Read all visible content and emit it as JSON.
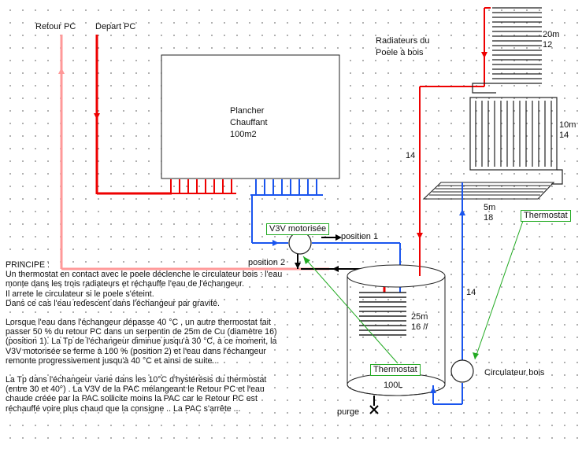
{
  "labels": {
    "retour_pc": "Retour PC",
    "depart_pc": "Depart PC",
    "plancher": "Plancher\nChauffant\n100m2",
    "radiateurs": "Radiateurs du\nPoele à bois",
    "rad1_len": "20m",
    "rad1_dia": "12",
    "rad2_len": "10m",
    "rad2_dia": "14",
    "rad3_len": "5m",
    "rad3_dia": "18",
    "pipe_14_a": "14",
    "pipe_14_b": "14",
    "thermostat_top": "Thermostat",
    "thermostat_tank": "Thermostat",
    "v3v": "V3V motorisée",
    "position1": "position 1",
    "position2": "position 2",
    "coil_len": "25m",
    "coil_dia": "16 //",
    "tank_volume": "100L",
    "purge": "purge",
    "circulateur": "Circulateur bois"
  },
  "principe": {
    "p1": "PRINCIPE :\nUn thermostat en contact avec le poele déclenche le circulateur bois : l'eau\nmonte dans les trois radiateurs et réchauffe l'eau de l'échangeur.\nIl arrete le circulateur si le poele s'éteint.\nDans ce cas l'eau redescent dans l'échangeur par gravité.",
    "p2": "Lorsque l'eau dans l'échangeur  dépasse 40 °C , un autre thermostat  fait\npasser 50 % du retour PC dans un serpentin de 25m de Cu (diamètre 16)\n(position 1).  La Tp de l'échangeur diminue jusqu'à 30 °C, à ce moment, la\nV3V motorisée se ferme à 100 % (position 2) et l'eau dans l'échangeur\nremonte progressivement jusqu'à 40 °C et ainsi de suite...",
    "p3": "La Tp dans l'échangeur varie dans les 10°C d'hystérésis du thermostat\n(entre 30 et 40°) . La V3V de la PAC mélangeant le Retour PC et l'eau\nchaude créée par la PAC sollicite moins la PAC car le Retour PC est\nréchauffé voire plus chaud que la consigne .. La PAC s'arrête ..."
  },
  "colors": {
    "hot": "#ee0000",
    "cold": "#1a55ee",
    "return_pink": "#ff9999",
    "thermo_green": "#22aa22"
  }
}
